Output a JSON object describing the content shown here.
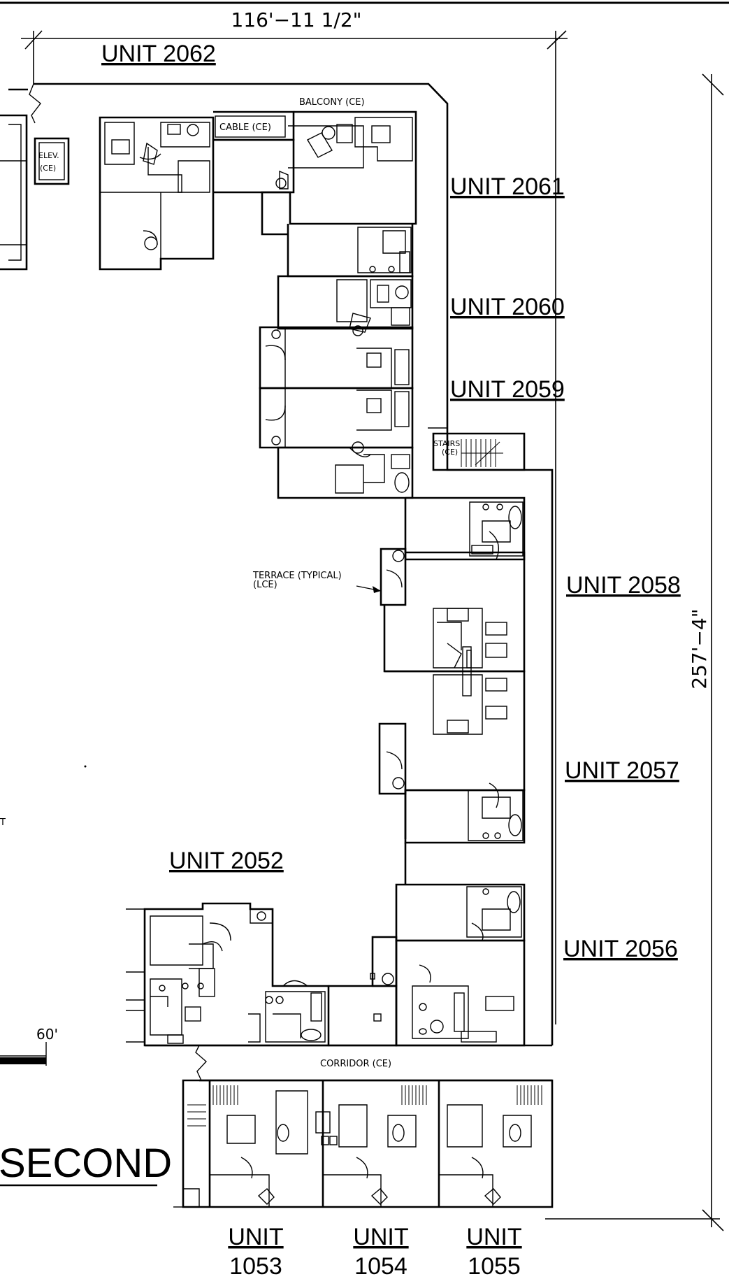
{
  "dimensions": {
    "top": "116'−11 1/2\"",
    "right": "257'−4\""
  },
  "units": {
    "u2062": "UNIT 2062",
    "u2061": "UNIT 2061",
    "u2060": "UNIT 2060",
    "u2059": "UNIT 2059",
    "u2058": "UNIT 2058",
    "u2057": "UNIT 2057",
    "u2056": "UNIT 2056",
    "u2052": "UNIT 2052",
    "u1053_top": "UNIT",
    "u1053_num": "1053",
    "u1054_top": "UNIT",
    "u1054_num": "1054",
    "u1055_top": "UNIT",
    "u1055_num": "1055"
  },
  "labels": {
    "balcony": "BALCONY (CE)",
    "cable": "CABLE (CE)",
    "elev_line1": "ELEV.",
    "elev_line2": "(CE)",
    "stairs_line1": "STAIRS",
    "stairs_line2": "(CE)",
    "terrace_line1": "TERRACE (TYPICAL)",
    "terrace_line2": "(LCE)",
    "corridor": "CORRIDOR (CE)",
    "edge_t": "T"
  },
  "scale": {
    "label": "60'"
  },
  "title": {
    "text": "SECOND"
  }
}
